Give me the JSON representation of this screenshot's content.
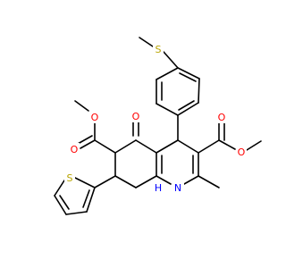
{
  "atoms": {
    "sulfur_thioether": {
      "symbol": "S",
      "color": "#B8A400"
    },
    "sulfur_thiophene": {
      "symbol": "S",
      "color": "#B8A400"
    },
    "oxygen_ketone": {
      "symbol": "O",
      "color": "#FF0000"
    },
    "oxygen_ester1_carbonyl": {
      "symbol": "O",
      "color": "#FF0000"
    },
    "oxygen_ester1_ether": {
      "symbol": "O",
      "color": "#FF0000"
    },
    "oxygen_ester2_carbonyl": {
      "symbol": "O",
      "color": "#FF0000"
    },
    "oxygen_ester2_ether": {
      "symbol": "O",
      "color": "#FF0000"
    },
    "nitrogen": {
      "symbol": "N",
      "color": "#0000FF"
    },
    "nitrogen_h": {
      "symbol": "H",
      "color": "#0000FF"
    }
  }
}
